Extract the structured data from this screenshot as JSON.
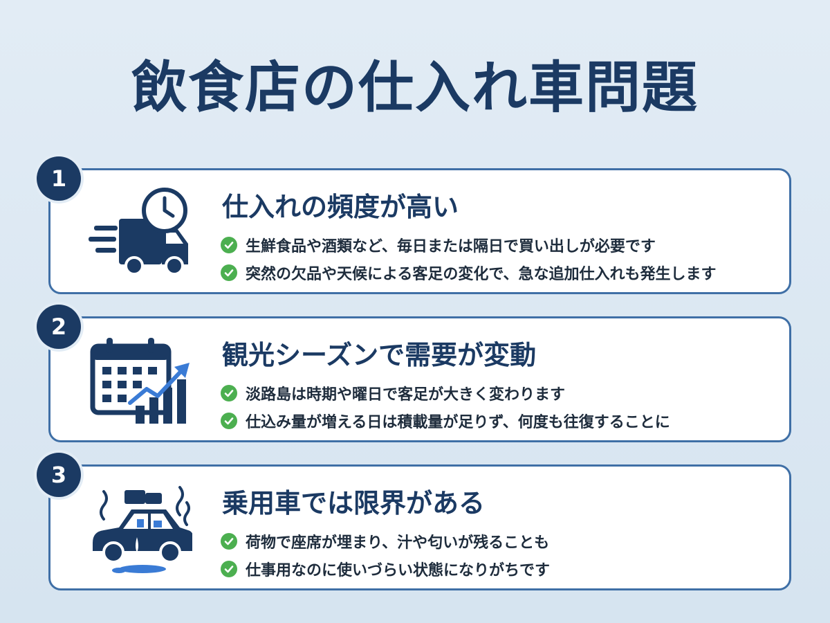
{
  "title": "飲食店の仕入れ車問題",
  "colors": {
    "navy": "#1b3a63",
    "border": "#3f6fa6",
    "check": "#4caf50",
    "accent_blue": "#3a7bd5"
  },
  "cards": [
    {
      "number": "1",
      "icon": "delivery-truck-clock-icon",
      "heading": "仕入れの頻度が高い",
      "bullets": [
        "生鮮食品や酒類など、毎日または隔日で買い出しが必要です",
        "突然の欠品や天候による客足の変化で、急な追加仕入れも発生します"
      ]
    },
    {
      "number": "2",
      "icon": "calendar-chart-icon",
      "heading": "観光シーズンで需要が変動",
      "bullets": [
        "淡路島は時期や曜日で客足が大きく変わります",
        "仕込み量が増える日は積載量が足りず、何度も往復することに"
      ]
    },
    {
      "number": "3",
      "icon": "overloaded-car-icon",
      "heading": "乗用車では限界がある",
      "bullets": [
        "荷物で座席が埋まり、汁や匂いが残ることも",
        "仕事用なのに使いづらい状態になりがちです"
      ]
    }
  ]
}
